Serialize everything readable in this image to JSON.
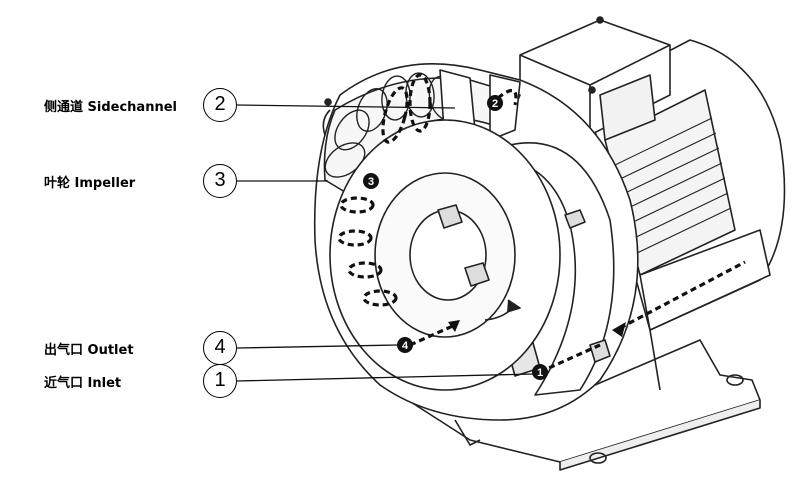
{
  "callouts": [
    {
      "num": "2",
      "label": "侧通道 Sidechannel"
    },
    {
      "num": "3",
      "label": "叶轮 Impeller"
    },
    {
      "num": "4",
      "label": "出气口 Outlet"
    },
    {
      "num": "1",
      "label": "近气口 Inlet"
    }
  ],
  "flow_markers": [
    "1",
    "2",
    "3",
    "4"
  ],
  "colors": {
    "line": "#000000",
    "fill": "#ffffff",
    "shade": "#d9d9d9"
  }
}
